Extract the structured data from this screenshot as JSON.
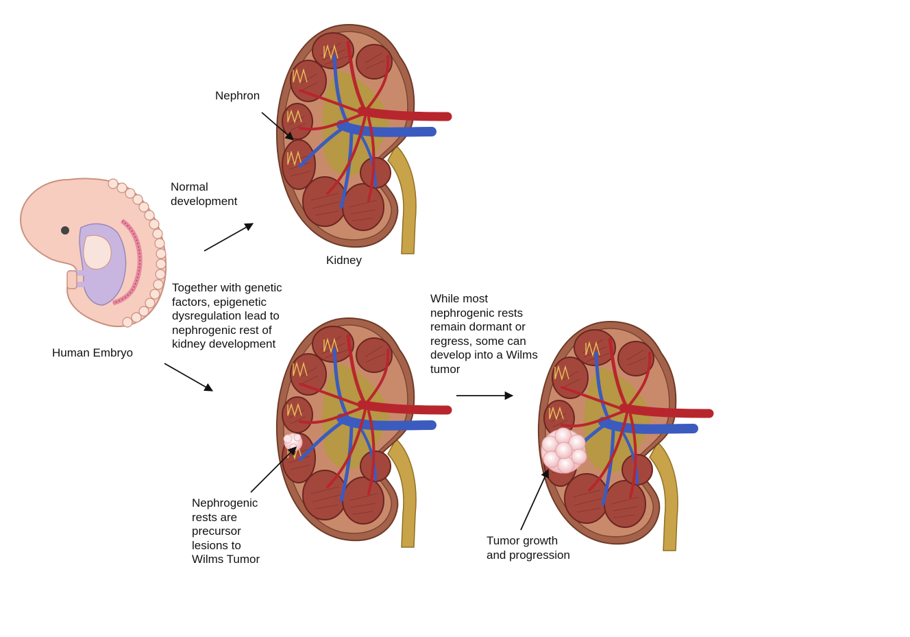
{
  "labels": {
    "nephron": "Nephron",
    "normal_development": "Normal\ndevelopment",
    "kidney": "Kidney",
    "human_embryo": "Human Embryo",
    "epigenetic": "Together with genetic\nfactors, epigenetic\ndysregulation lead to\nnephrogenic rest of\nkidney development",
    "dormant": "While most\nnephrogenic rests\nremain dormant or\nregress, some can\ndevelop into a Wilms\ntumor",
    "nephrogenic_rests": "Nephrogenic\nrests are\nprecursor\nlesions to\nWilms Tumor",
    "tumor_growth": "Tumor growth\nand progression"
  },
  "colors": {
    "kidney_capsule": "#a5624a",
    "kidney_cortex": "#c98a6c",
    "pyramid": "#a3473c",
    "artery": "#b8262d",
    "vein": "#3b5bbf",
    "ureter": "#c9a34a",
    "embryo_skin": "#f6cdbf",
    "embryo_organ": "#c9b6e0",
    "tumor": "#f8d6d8"
  }
}
